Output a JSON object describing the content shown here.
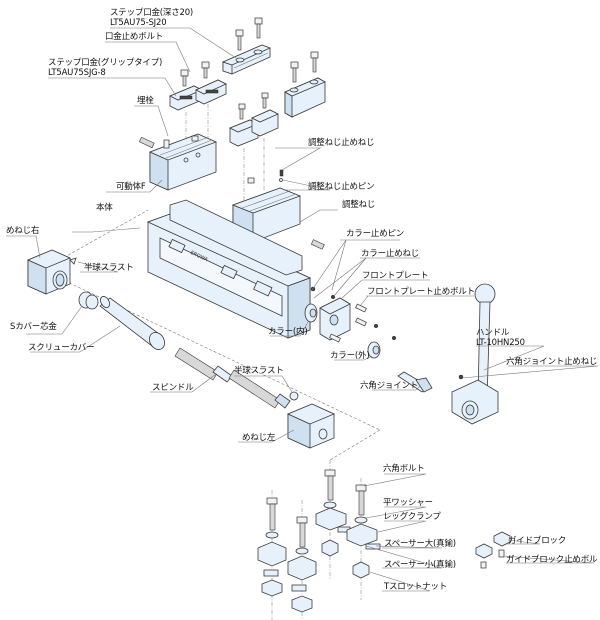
{
  "diagram": {
    "type": "exploded-parts-view",
    "colors": {
      "part_fill": "#e6f1fb",
      "outline": "#3a3a3a",
      "leader_line": "#777777",
      "text": "#111111",
      "background": "#ffffff"
    },
    "labels": {
      "step_jaw_deep": {
        "line1": "ステップ口金(深さ20)",
        "line2": "LT5AU75-SJ20"
      },
      "jaw_bolt": "口金止めボルト",
      "step_jaw_grip": {
        "line1": "ステップ口金(グリップタイプ)",
        "line2": "LT5AU75SJG-8"
      },
      "buried_pin": "埋栓",
      "adjust_screw_set_screw": "調整ねじ止めねじ",
      "movable_body": "可動体F",
      "adjust_screw_pin": "調整ねじ止めピン",
      "adjust_screw": "調整ねじ",
      "main_body": "本体",
      "female_screw_right": "めねじ右",
      "collar_pin": "カラー止めピン",
      "half_ball_thrust_1": "半球スラスト",
      "collar_set_screw": "カラー止めねじ",
      "front_plate": "フロントプレート",
      "front_plate_bolt": "フロントプレート止めボルト",
      "s_cover_core": "Sカバー芯金",
      "collar_inner": "カラー(内)",
      "handle": {
        "line1": "ハンドル",
        "line2": "LT-10HN250"
      },
      "screw_cover": "スクリューカバー",
      "collar_outer": "カラー(外)",
      "hex_joint_set_screw": "六角ジョイント止めねじ",
      "half_ball_thrust_2": "半球スラスト",
      "hex_joint": "六角ジョイント",
      "spindle": "スピンドル",
      "female_screw_left": "めねじ左",
      "hex_bolt": "六角ボルト",
      "flat_washer": "平ワッシャー",
      "leg_clamp": "レッグクランプ",
      "guide_block": "ガイドブロック",
      "spacer_large": "スペーサー大(真鍮)",
      "guide_block_bolt": "ガイドブロック止めボルト",
      "spacer_small": "スペーサー小(真鍮)",
      "t_slot_nut": "Tスロットナット"
    },
    "engraving": "EROWA"
  }
}
